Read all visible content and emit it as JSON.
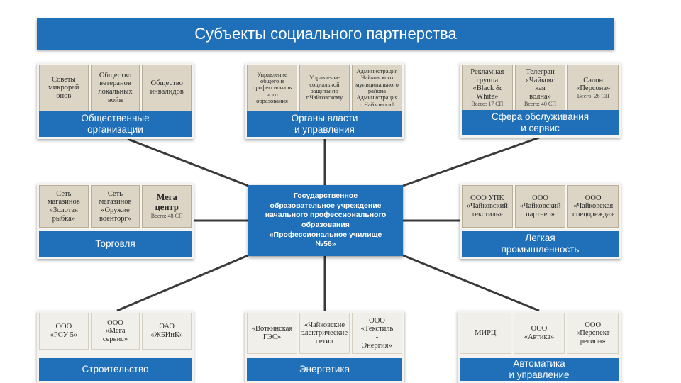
{
  "title": "Субъекты социального партнерства",
  "center": "Государственное\nобразовательное учреждение\nначального профессионального\nобразования\n«Профессиональное училище\n№56»",
  "groups": [
    {
      "label": "Общественные\nорганизации",
      "tiles": [
        {
          "text": "Советы\nмикрорай\nонов",
          "note": ""
        },
        {
          "text": "Общество\nветеранов\nлокальных\nвойн",
          "note": ""
        },
        {
          "text": "Общество\nинвалидов",
          "note": ""
        }
      ]
    },
    {
      "label": "Органы власти\nи управления",
      "tiles": [
        {
          "text": "Управление\nобщего и\nпрофессиональ\nного\nобразования",
          "note": ""
        },
        {
          "text": "Управление\nсоциальной\nзащиты по\nг.Чайковскому",
          "note": ""
        },
        {
          "text": "Администрация\nЧайковского\nмуниципального\nрайона\nАдминистрация\nг. Чайковский",
          "note": ""
        }
      ]
    },
    {
      "label": "Сфера обслуживания\nи сервис",
      "tiles": [
        {
          "text": "Рекламная\nгруппа\n«Black &\nWhite»",
          "note": "Всего: 17 СП"
        },
        {
          "text": "Телегран\n«Чайковс\nкая\nволна»",
          "note": "Всего: 40 СП"
        },
        {
          "text": "Салон\n«Персона»",
          "note": "Всего: 26 СП"
        }
      ]
    },
    {
      "label": "Торговля",
      "tiles": [
        {
          "text": "Сеть\nмагазинов\n«Золотая\nрыбка»",
          "note": ""
        },
        {
          "text": "Сеть\nмагазинов\n«Оружие\nвоенторг»",
          "note": ""
        },
        {
          "text": "Мега\nцентр",
          "note": "Всего: 48 СП"
        }
      ]
    },
    {
      "label": "Легкая\nпромышленность",
      "tiles": [
        {
          "text": "ООО УПК\n«Чайковский\nтекстиль»",
          "note": ""
        },
        {
          "text": "ООО\n«Чайковский\nпартнер»",
          "note": ""
        },
        {
          "text": "ООО\n«Чайковская\nспецодежда»",
          "note": ""
        }
      ]
    },
    {
      "label": "Строительство",
      "tiles": [
        {
          "text": "ООО\n«РСУ 5»",
          "note": ""
        },
        {
          "text": "ООО\n«Мега\nсервис»",
          "note": ""
        },
        {
          "text": "ОАО\n«ЖБИиК»",
          "note": ""
        }
      ]
    },
    {
      "label": "Энергетика",
      "tiles": [
        {
          "text": "«Воткинская\nГЭС»",
          "note": ""
        },
        {
          "text": "«Чайковские\nэлектрические\nсети»",
          "note": ""
        },
        {
          "text": "ООО\n«Текстиль\n-\nЭнергия»",
          "note": ""
        }
      ]
    },
    {
      "label": "Автоматика\nи управление",
      "tiles": [
        {
          "text": "МИРЦ",
          "note": ""
        },
        {
          "text": "ООО\n«Автика»",
          "note": ""
        },
        {
          "text": "ООО\n«Перспект\nрегион»",
          "note": ""
        }
      ]
    }
  ]
}
